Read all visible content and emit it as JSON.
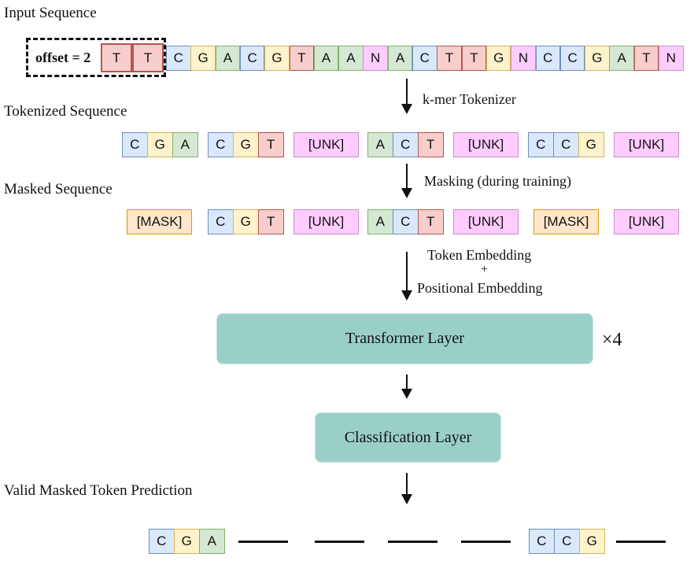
{
  "labels": {
    "input": "Input Sequence",
    "tokenized": "Tokenized Sequence",
    "masked": "Masked Sequence",
    "prediction": "Valid Masked Token Prediction"
  },
  "steps": {
    "tokenizer": "k-mer Tokenizer",
    "masking": "Masking (during training)",
    "embedding_1": "Token Embedding",
    "embedding_plus": "+",
    "embedding_2": "Positional Embedding"
  },
  "input_sequence": {
    "offset_label": "offset = 2",
    "offset_tokens": [
      "T",
      "T"
    ],
    "bases": [
      "C",
      "G",
      "A",
      "C",
      "G",
      "T",
      "A",
      "A",
      "N",
      "A",
      "C",
      "T",
      "T",
      "G",
      "N",
      "C",
      "C",
      "G",
      "A",
      "T",
      "N"
    ]
  },
  "tokenized_sequence": [
    [
      "C",
      "G",
      "A"
    ],
    [
      "C",
      "G",
      "T"
    ],
    "[UNK]",
    [
      "A",
      "C",
      "T"
    ],
    "[UNK]",
    [
      "C",
      "C",
      "G"
    ],
    "[UNK]"
  ],
  "masked_sequence": [
    "[MASK]",
    [
      "C",
      "G",
      "T"
    ],
    "[UNK]",
    [
      "A",
      "C",
      "T"
    ],
    "[UNK]",
    "[MASK]",
    "[UNK]"
  ],
  "prediction": [
    [
      "C",
      "G",
      "A"
    ],
    null,
    null,
    null,
    null,
    [
      "C",
      "C",
      "G"
    ],
    null
  ],
  "transformer": {
    "label": "Transformer Layer",
    "repeat": "×4"
  },
  "classifier": {
    "label": "Classification Layer"
  },
  "colors": {
    "A": {
      "fill": "#d5e8d4",
      "border": "#82b366"
    },
    "C": {
      "fill": "#dae8fc",
      "border": "#6c8ebf"
    },
    "G": {
      "fill": "#fff2cc",
      "border": "#d6b656"
    },
    "T": {
      "fill": "#f8cecc",
      "border": "#b85450"
    },
    "N": {
      "fill": "#ffccff",
      "border": "#c78fc7"
    },
    "[UNK]": {
      "fill": "#ffccff",
      "border": "#c78fc7"
    },
    "[MASK]": {
      "fill": "#ffe6cc",
      "border": "#d79b00"
    },
    "layer": "#9acfc8"
  }
}
